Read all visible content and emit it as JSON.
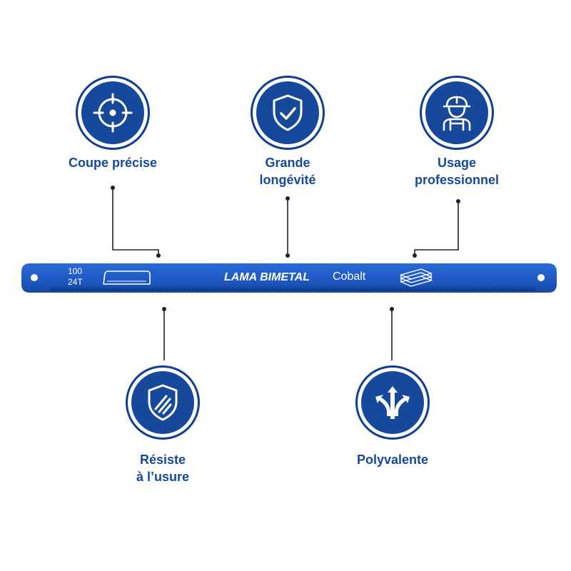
{
  "features": [
    {
      "id": "coupe",
      "lines": [
        "Coupe précise"
      ],
      "icon": "crosshair-icon"
    },
    {
      "id": "longevite",
      "lines": [
        "Grande",
        "longévité"
      ],
      "icon": "shield-check-icon"
    },
    {
      "id": "usage",
      "lines": [
        "Usage",
        "professionnel"
      ],
      "icon": "worker-helmet-icon"
    },
    {
      "id": "usure",
      "lines": [
        "Résiste",
        "à l’usure"
      ],
      "icon": "shield-striped-icon"
    },
    {
      "id": "polyvalente",
      "lines": [
        "Polyvalente"
      ],
      "icon": "split-arrows-icon"
    }
  ],
  "blade": {
    "size_line1": "100",
    "size_line2": "24T",
    "brand": "LAMA BIMETAL",
    "material": "Cobalt",
    "color": "#1f5bc6"
  },
  "colors": {
    "accent": "#16489b",
    "connector": "#222222"
  }
}
